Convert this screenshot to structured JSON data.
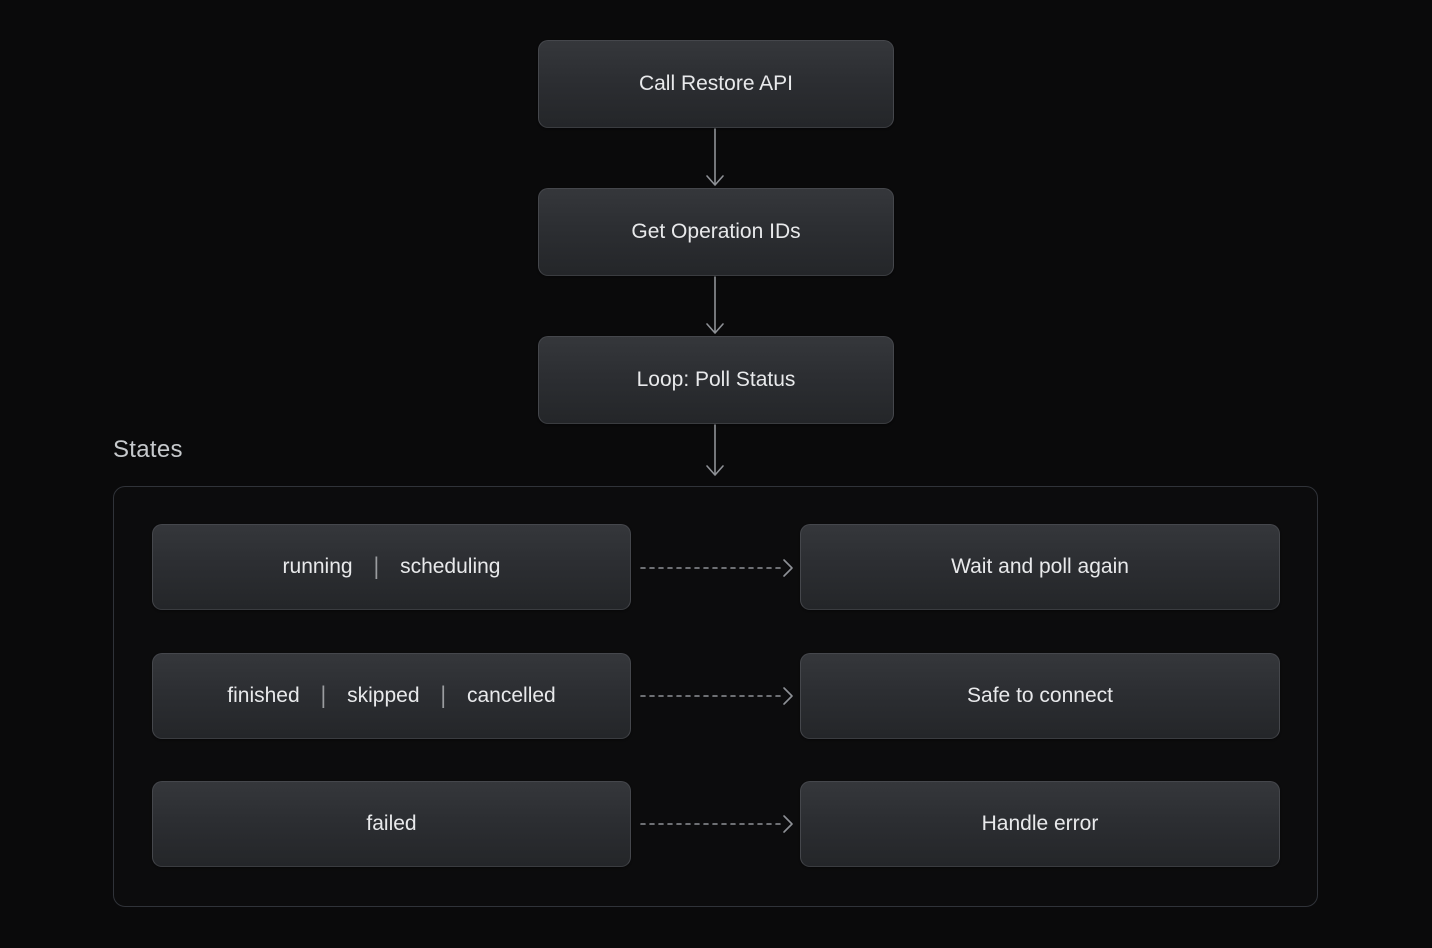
{
  "flow": {
    "steps": [
      {
        "label": "Call Restore API"
      },
      {
        "label": "Get Operation IDs"
      },
      {
        "label": "Loop: Poll Status"
      }
    ]
  },
  "states_section": {
    "title": "States",
    "separator": "|",
    "rows": [
      {
        "states": [
          "running",
          "scheduling"
        ],
        "action": "Wait and poll again"
      },
      {
        "states": [
          "finished",
          "skipped",
          "cancelled"
        ],
        "action": "Safe to connect"
      },
      {
        "states": [
          "failed"
        ],
        "action": "Handle error"
      }
    ]
  },
  "colors": {
    "background": "#0a0a0b",
    "node_fill_top": "#35373b",
    "node_fill_bottom": "#242629",
    "node_border": "#45474c",
    "node_text": "#e8e9eb",
    "section_title_text": "#c6c9cc",
    "arrow": "#8e9196",
    "container_border": "#303339"
  }
}
